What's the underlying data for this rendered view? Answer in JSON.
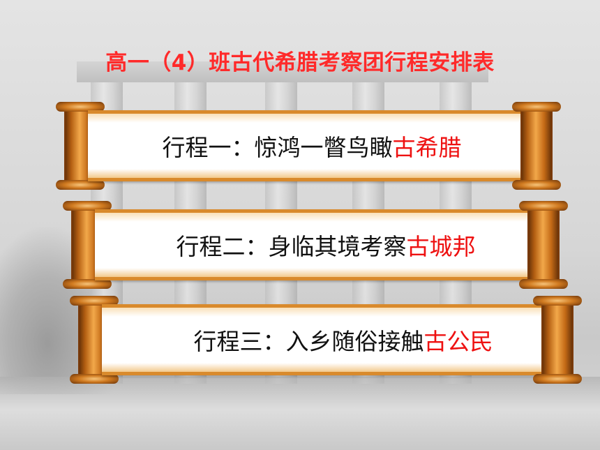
{
  "title": "高一（4）班古代希腊考察团行程安排表",
  "itineraries": [
    {
      "prefix": "行程一：惊鸿一瞥鸟瞰",
      "highlight": "古希腊"
    },
    {
      "prefix": "行程二：身临其境考察",
      "highlight": "古城邦"
    },
    {
      "prefix": "行程三：入乡随俗接触",
      "highlight": "古公民"
    }
  ],
  "colors": {
    "title": "#ff2a2a",
    "highlight": "#ee1111",
    "scroll_rod": "#b45f12",
    "scroll_paper": "#ffffff"
  }
}
